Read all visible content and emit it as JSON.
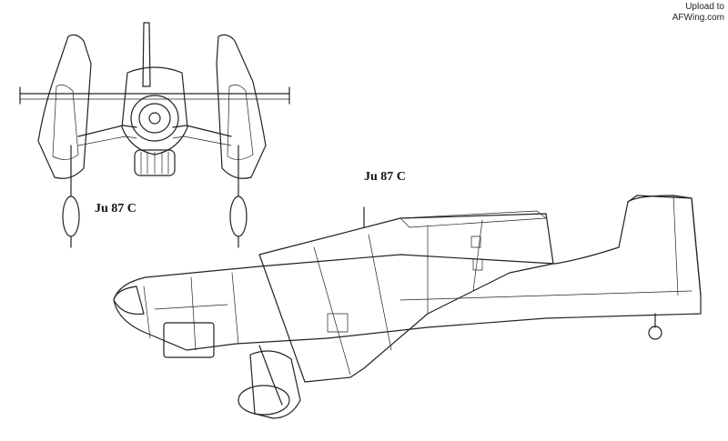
{
  "watermark": {
    "line1": "Upload to",
    "line2": "AFWing.com"
  },
  "labels": {
    "front_view": "Ju 87 C",
    "side_view": "Ju 87 C"
  }
}
